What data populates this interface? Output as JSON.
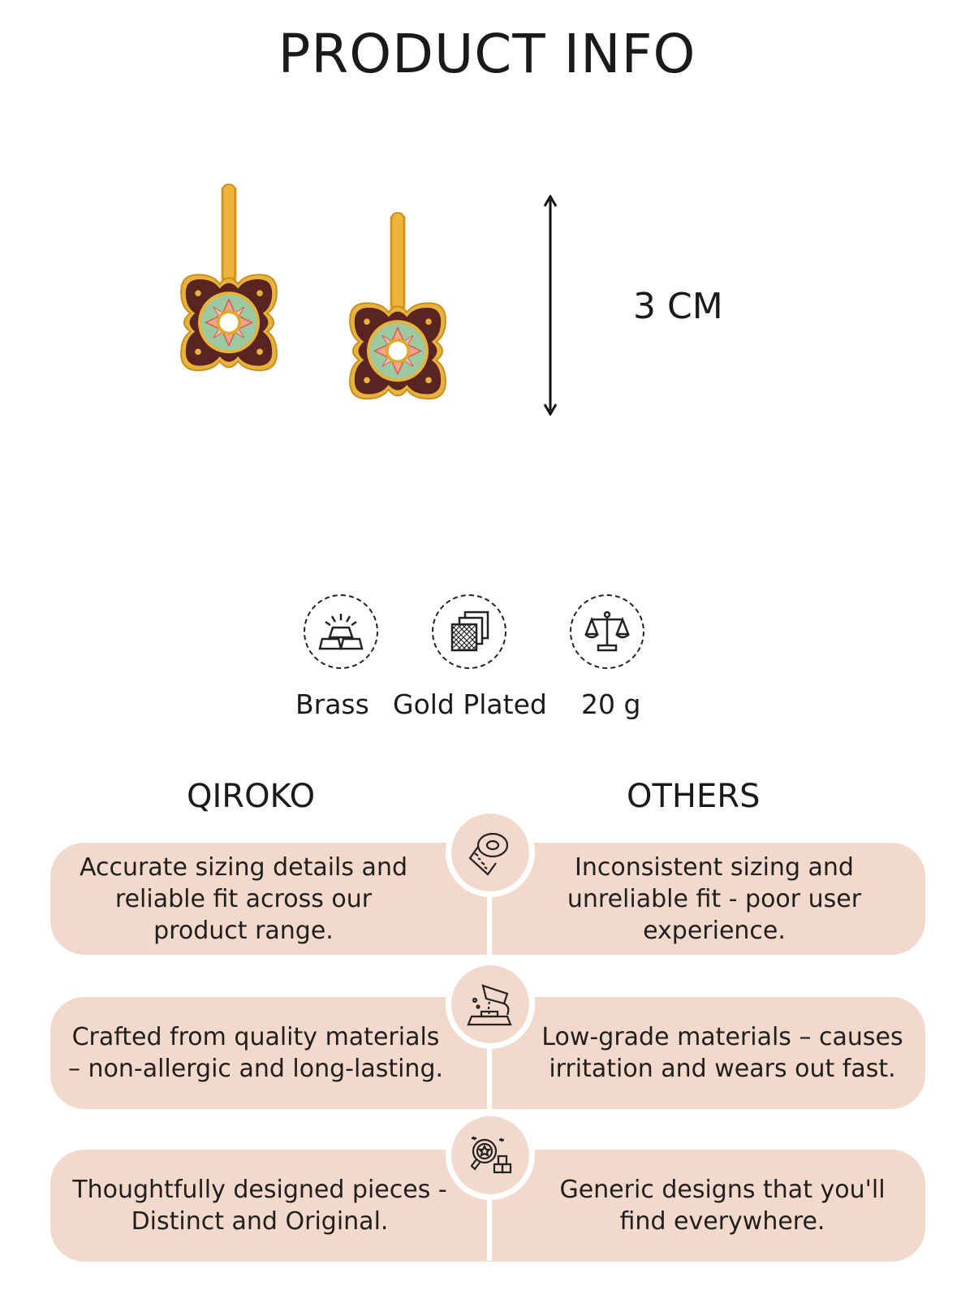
{
  "header": {
    "title": "PRODUCT INFO"
  },
  "product": {
    "image_icon": "earrings-illustration",
    "size_label": "3 CM"
  },
  "features": [
    {
      "icon": "gold-bars-icon",
      "label": "Brass"
    },
    {
      "icon": "plating-layers-icon",
      "label": "Gold Plated"
    },
    {
      "icon": "weighing-scale-icon",
      "label": "20 g"
    }
  ],
  "comparison": {
    "left_header": "QIROKO",
    "right_header": "OTHERS",
    "rows": [
      {
        "icon": "measuring-tape-icon",
        "qiroko": "Accurate sizing details and reliable fit across our product range.",
        "others": "Inconsistent sizing and unreliable fit - poor user experience."
      },
      {
        "icon": "metal-pouring-icon",
        "qiroko": "Crafted from quality materials – non-allergic and long-lasting.",
        "others": "Low-grade materials – causes irritation and wears out fast."
      },
      {
        "icon": "original-design-icon",
        "qiroko": "Thoughtfully designed pieces - Distinct and Original.",
        "others": "Generic designs that you'll find everywhere."
      }
    ]
  },
  "colors": {
    "pill_background": "#f3d9cc",
    "gold": "#e2a82a",
    "enamel_dark": "#5a2420",
    "enamel_green": "#9cc9a0",
    "enamel_pink": "#f2a48c"
  }
}
